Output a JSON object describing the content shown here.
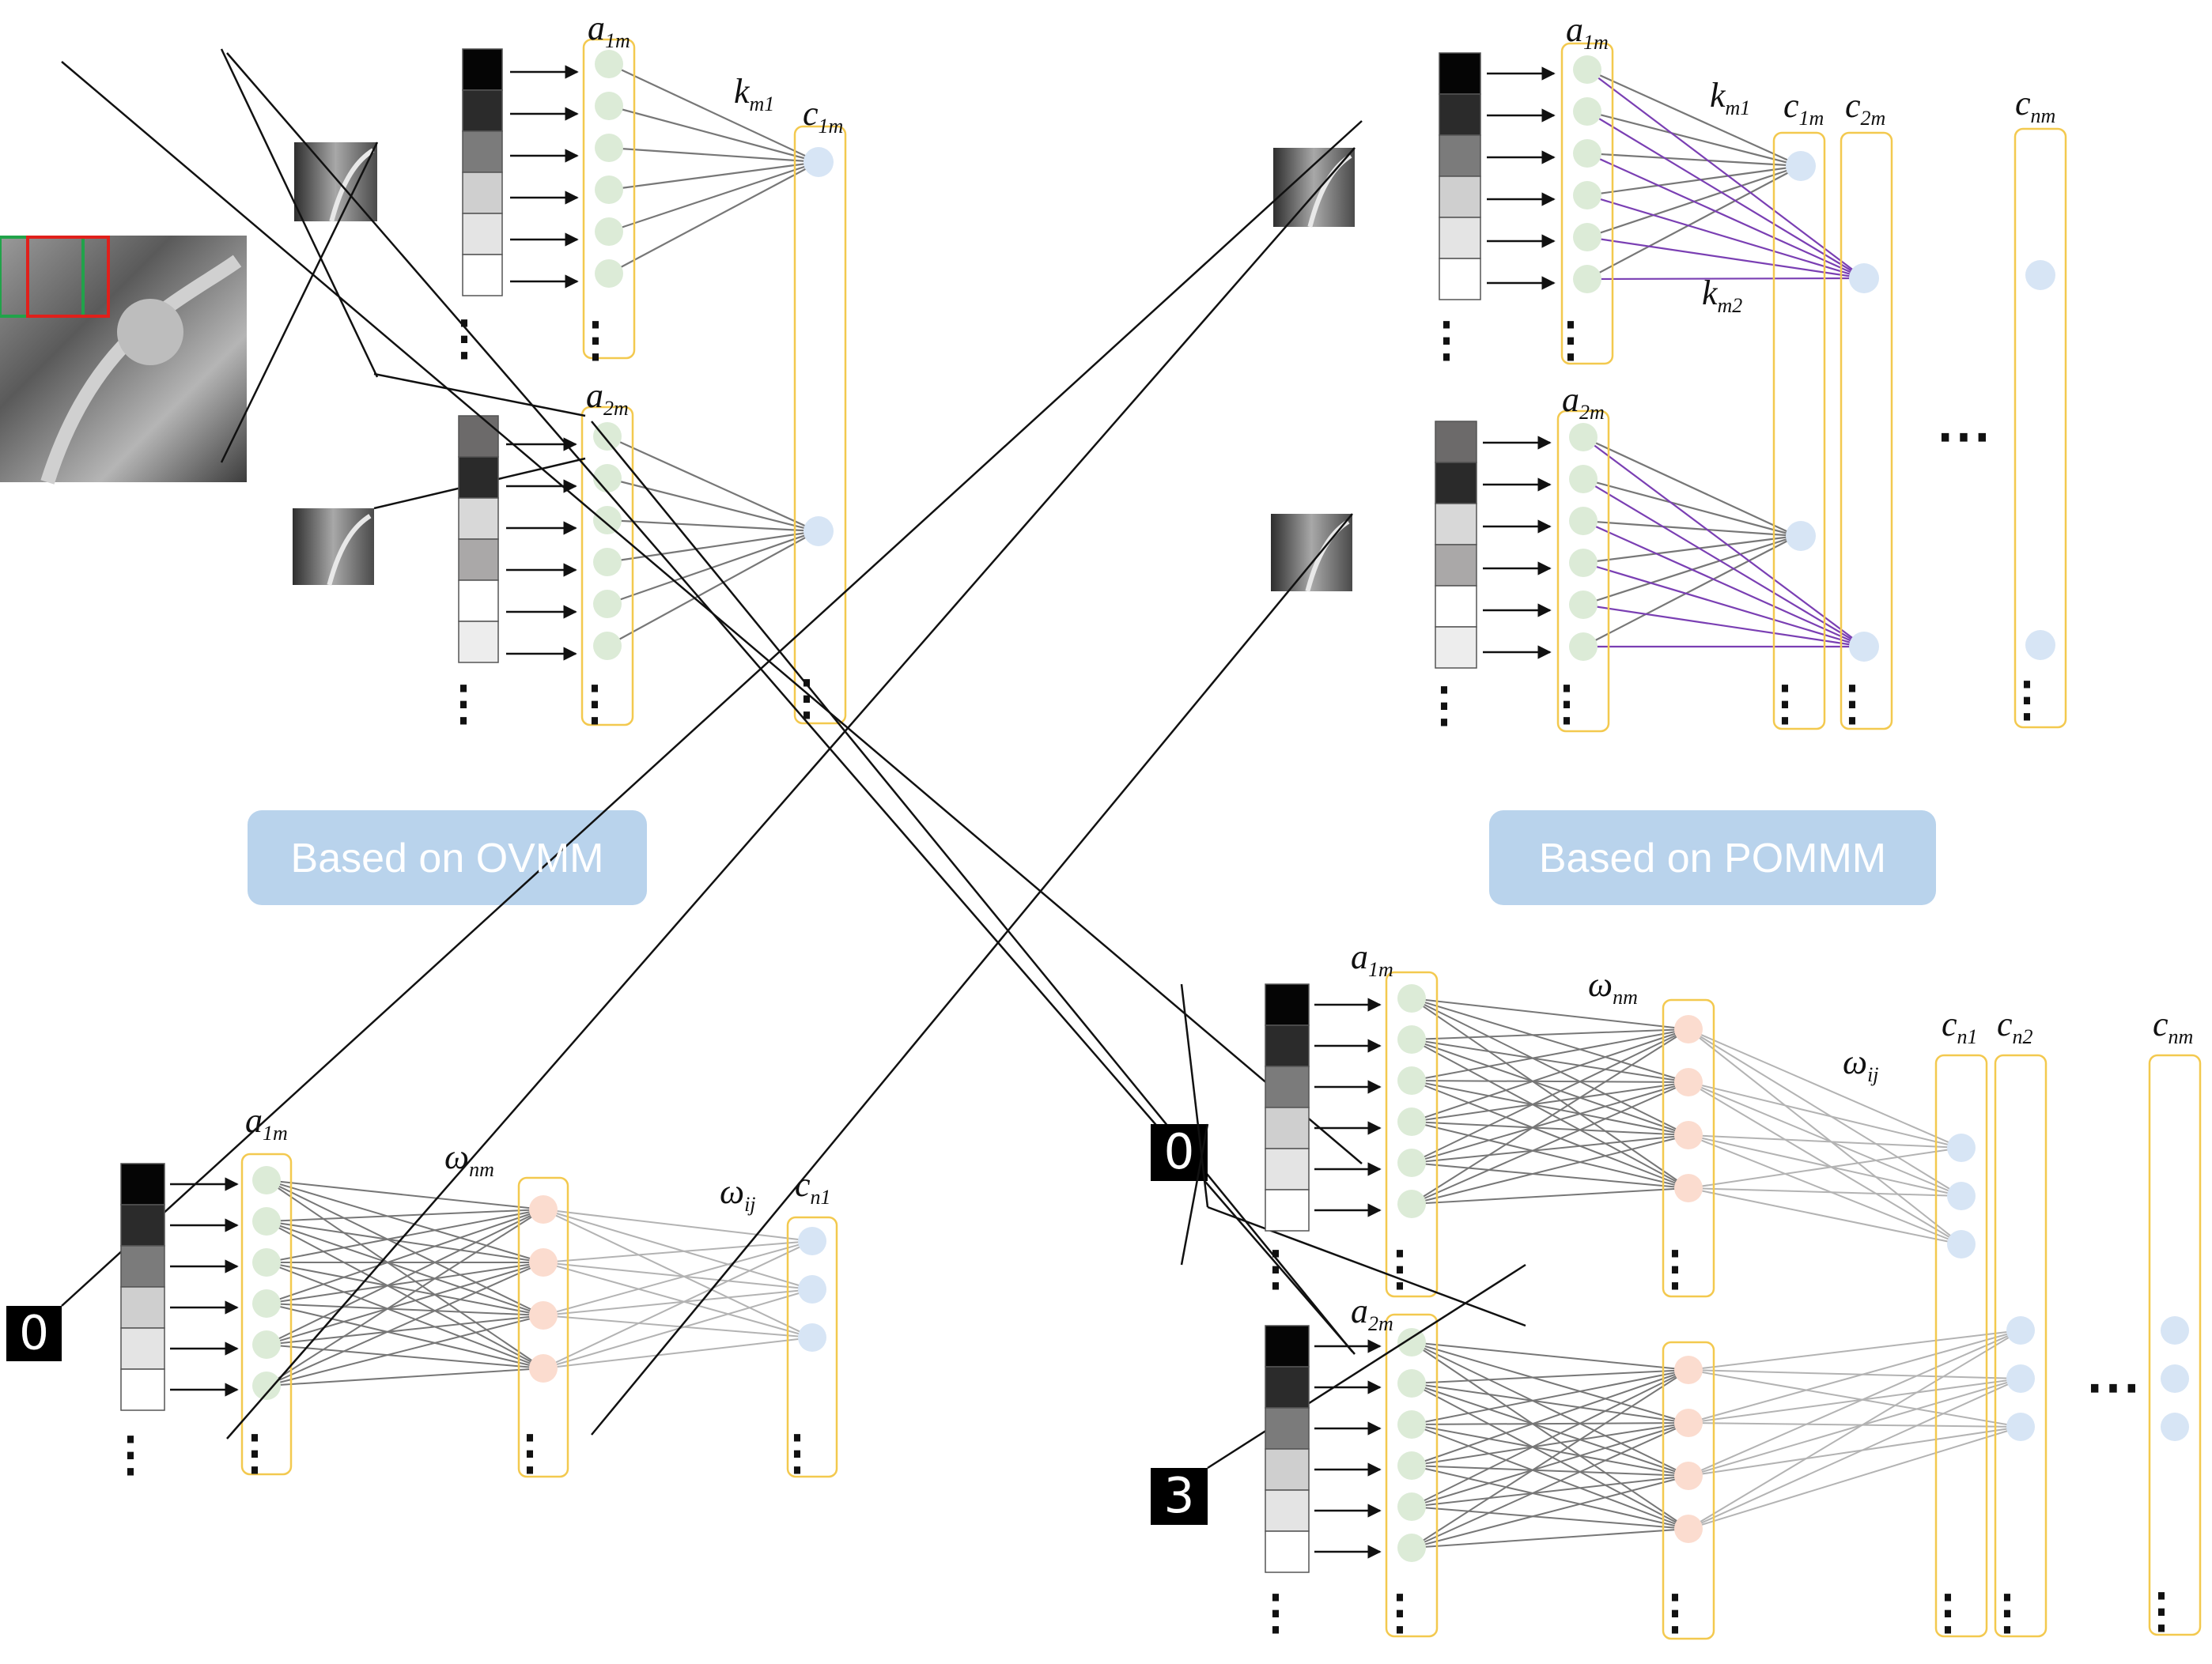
{
  "colors": {
    "box_outline": "#f3c94f",
    "input_node": "#dcebd7",
    "hidden_node": "#fbdccf",
    "output_node": "#d7e5f5",
    "line_gray": "#777777",
    "line_light": "#b3b3b3",
    "line_purple": "#7a3fb3",
    "button_bg": "#b9d3ec",
    "button_text": "#ffffff",
    "highlight_red": "#e0201b",
    "highlight_green": "#21a34a"
  },
  "pixel_levels": {
    "ovmm_group1": [
      "#050505",
      "#2b2b2b",
      "#7b7b7b",
      "#cfcfcf",
      "#e4e4e4",
      "#ffffff"
    ],
    "ovmm_group2": [
      "#6c6a6a",
      "#2a2a2a",
      "#d8d8d8",
      "#aaa8a8",
      "#ffffff",
      "#ededed"
    ],
    "pommm_group1": [
      "#050505",
      "#2b2b2b",
      "#7b7b7b",
      "#cfcfcf",
      "#e4e4e4",
      "#ffffff"
    ],
    "pommm_group2": [
      "#6c6a6a",
      "#2a2a2a",
      "#d8d8d8",
      "#aaa8a8",
      "#ffffff",
      "#ededed"
    ],
    "mlp": [
      "#050505",
      "#2b2b2b",
      "#7b7b7b",
      "#cfcfcf",
      "#e4e4e4",
      "#ffffff"
    ]
  },
  "buttons": {
    "ovmm": "Based on OVMM",
    "pommm": "Based on POMMM"
  },
  "labels": {
    "a1m": {
      "base": "a",
      "sub": "1m"
    },
    "a2m": {
      "base": "a",
      "sub": "2m"
    },
    "km1": {
      "base": "k",
      "sub": "m1"
    },
    "km2": {
      "base": "k",
      "sub": "m2"
    },
    "c1m": {
      "base": "c",
      "sub": "1m"
    },
    "c2m": {
      "base": "c",
      "sub": "2m"
    },
    "cnm": {
      "base": "c",
      "sub": "nm"
    },
    "omega_nm": {
      "base": "ω",
      "sub": "nm"
    },
    "omega_ij": {
      "base": "ω",
      "sub": "ij"
    },
    "cn1": {
      "base": "c",
      "sub": "n1"
    },
    "cn2": {
      "base": "c",
      "sub": "n2"
    }
  },
  "digits": {
    "zero": "0",
    "three": "3"
  },
  "ellipsis": {
    "vertical": "⋮",
    "horizontal": "⋯"
  },
  "icons": [
    "portrait-image-icon",
    "image-crop-thumbnail-icon",
    "digit-image-icon"
  ]
}
